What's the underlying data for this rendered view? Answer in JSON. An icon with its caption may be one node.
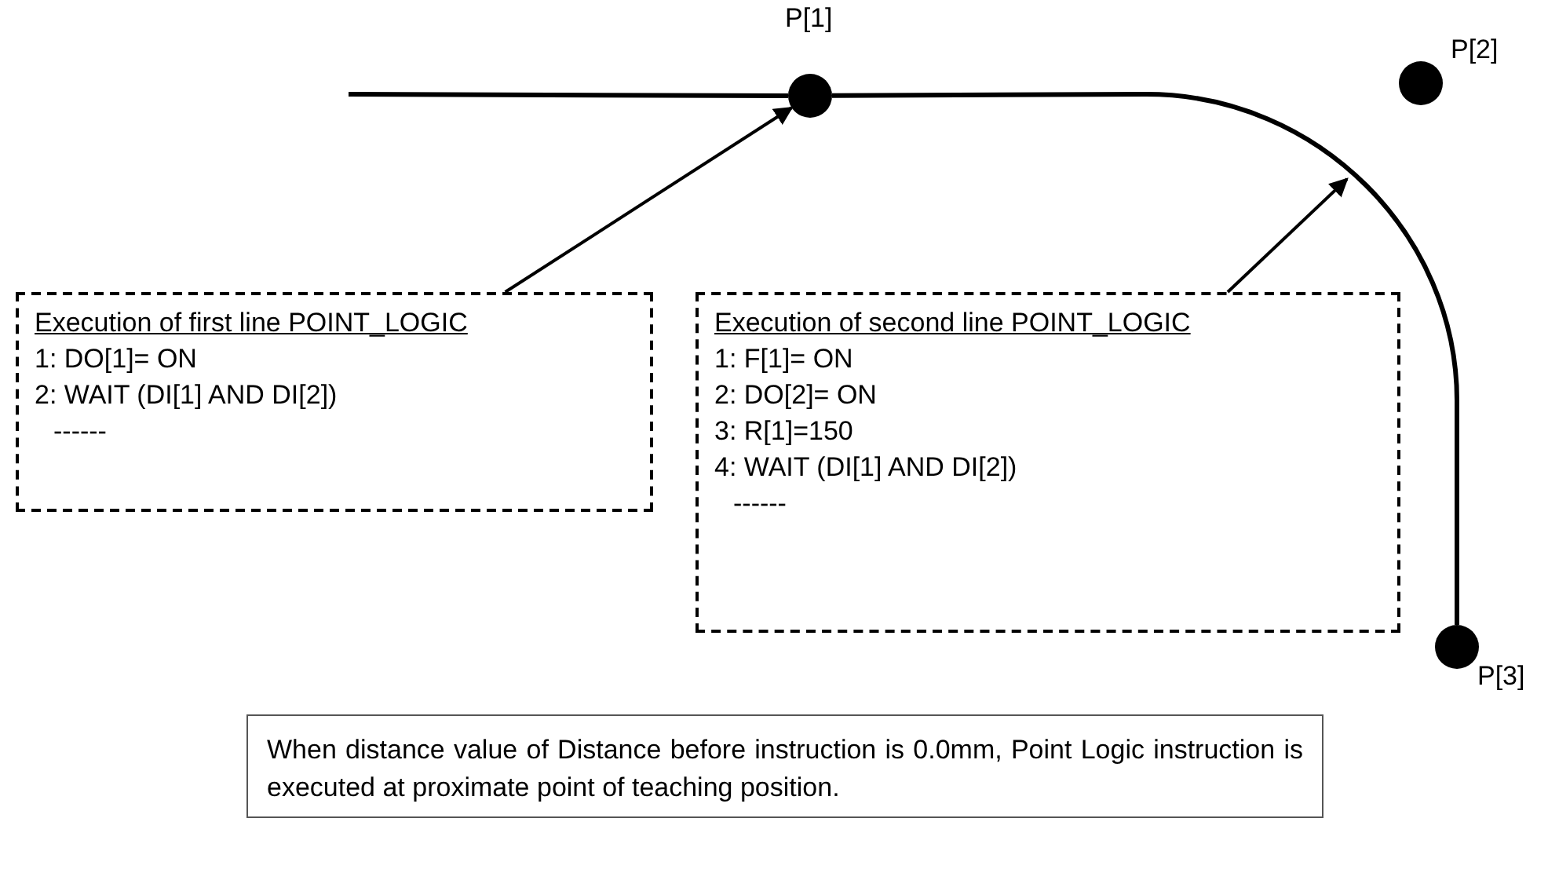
{
  "diagram": {
    "nodes": [
      {
        "text": [],
        "shape": "circle",
        "beside": [
          "P[1]"
        ]
      },
      {
        "text": [],
        "shape": "circle",
        "beside": [
          "P[2]"
        ]
      },
      {
        "text": [],
        "shape": "circle",
        "beside": [
          "P[3]"
        ]
      },
      {
        "text": [
          "Execution of first line POINT_LOGIC",
          "1: DO[1]= ON",
          "2: WAIT (DI[1] AND DI[2])",
          "------"
        ]
      },
      {
        "text": [
          "Execution of second line POINT_LOGIC",
          "1: F[1]= ON",
          "2: DO[2]= ON",
          "3: R[1]=150",
          "4: WAIT (DI[1] AND DI[2])",
          "------"
        ]
      },
      {
        "text": [
          "When distance value of Distance before instruction is 0.0mm, Point Logic instruction is executed at proximate point of teaching position."
        ]
      }
    ],
    "edges": [
      {
        "from": null,
        "to": 0,
        "arrow": "none"
      },
      {
        "from": 0,
        "to": 2,
        "arrow": "none"
      },
      {
        "from": 3,
        "to": 0,
        "arrow": "to"
      },
      {
        "from": 4,
        "to": null,
        "arrow": "to"
      }
    ]
  }
}
